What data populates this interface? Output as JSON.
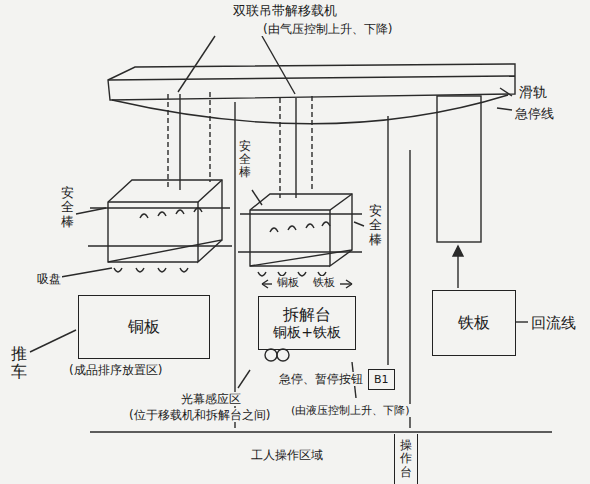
{
  "diagram": {
    "nodes": [
      {
        "text": [
          "铜板",
          "(成品排序放置区)"
        ]
      },
      {
        "text": [
          "拆解台",
          "铜板+铁板"
        ]
      },
      {
        "text": [
          "铁板"
        ]
      },
      {
        "text": [
          "B1"
        ]
      },
      {
        "text": [
          "操作台"
        ]
      }
    ],
    "labels": [
      "双联吊带解移载机",
      "(由气压控制上升、下降)",
      "滑轨",
      "急停线",
      "安全棒",
      "安全棒",
      "安全棒",
      "吸盘",
      "推车",
      "铜板",
      "铁板",
      "急停、暂停按钮",
      "光幕感应区",
      "(位于移载机和拆解台之间)",
      "(由液压控制上升、下降)",
      "回流线",
      "工人操作区域"
    ]
  }
}
